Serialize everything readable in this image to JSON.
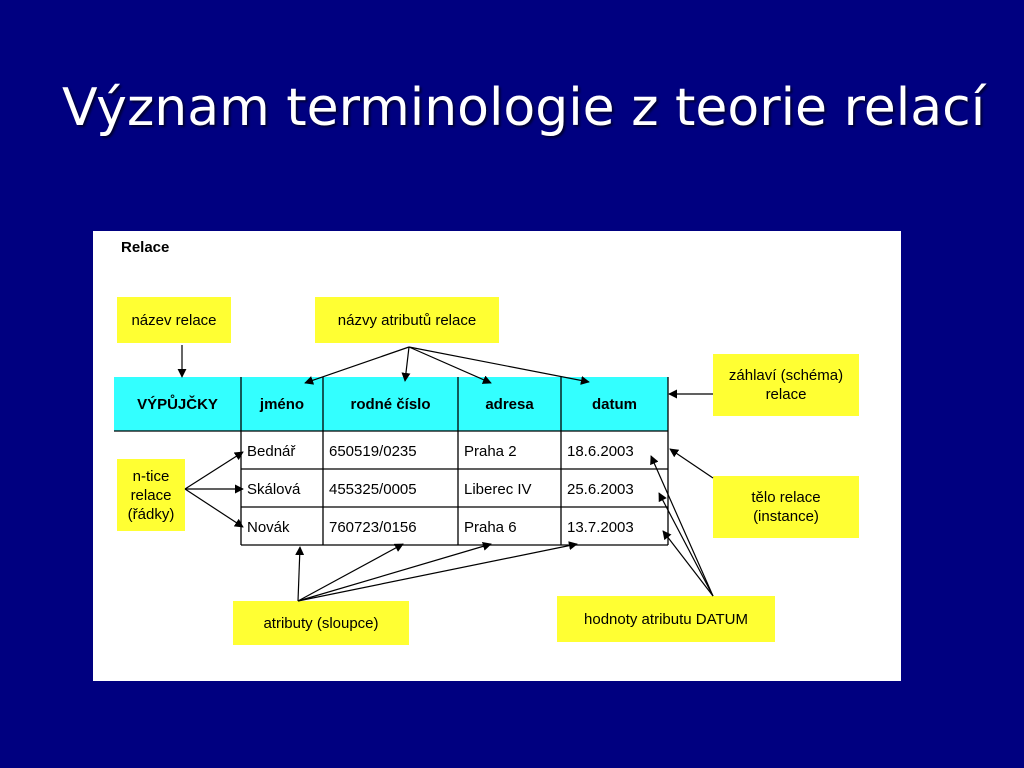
{
  "slide": {
    "title": "Význam terminologie z teorie relací"
  },
  "figure": {
    "caption": "Relace",
    "relation_name": "VÝPŮJČKY",
    "columns": [
      "jméno",
      "rodné číslo",
      "adresa",
      "datum"
    ],
    "rows": [
      [
        "Bednář",
        "650519/0235",
        "Praha 2",
        "18.6.2003"
      ],
      [
        "Skálová",
        "455325/0005",
        "Liberec IV",
        "25.6.2003"
      ],
      [
        "Novák",
        "760723/0156",
        "Praha 6",
        "13.7.2003"
      ]
    ],
    "callouts": {
      "relation_name": "název relace",
      "attribute_names": "názvy atributů relace",
      "header": "záhlaví (schéma)\nrelace",
      "tuples": "n-tice\nrelace\n(řádky)",
      "body": "tělo relace\n(instance)",
      "attributes": "atributy (sloupce)",
      "datum_values": "hodnoty atributu DATUM"
    },
    "colors": {
      "background": "#000080",
      "callout": "#ffff33",
      "header": "#33ffff"
    }
  }
}
